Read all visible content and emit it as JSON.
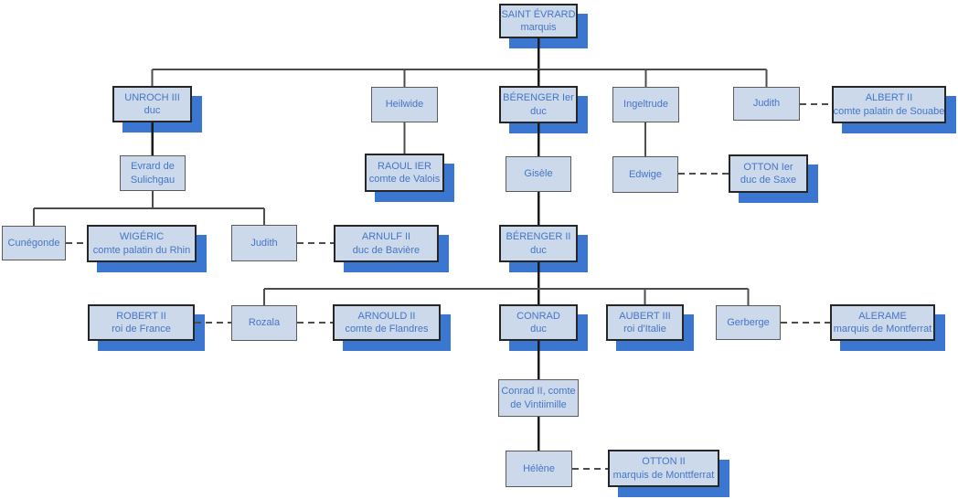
{
  "diagram": {
    "type": "family-tree"
  },
  "nodes": [
    {
      "id": "saint-evrard",
      "lines": [
        "SAINT ÉVRARD",
        "marquis"
      ],
      "emphasized": true
    },
    {
      "id": "unroch-iii",
      "lines": [
        "UNROCH III",
        "duc"
      ],
      "emphasized": true
    },
    {
      "id": "heilwide",
      "lines": [
        "Heilwide"
      ],
      "emphasized": false
    },
    {
      "id": "berenger-ier",
      "lines": [
        "BÉRENGER Ier",
        "duc"
      ],
      "emphasized": true
    },
    {
      "id": "ingeltrude",
      "lines": [
        "Ingeltrude"
      ],
      "emphasized": false
    },
    {
      "id": "judith-souabe",
      "lines": [
        "Judith"
      ],
      "emphasized": false
    },
    {
      "id": "albert-ii",
      "lines": [
        "ALBERT II",
        "comte palatin de Souabe"
      ],
      "emphasized": true
    },
    {
      "id": "evrard-sulichgau",
      "lines": [
        "Evrard de",
        "Sulichgau"
      ],
      "emphasized": false
    },
    {
      "id": "raoul-ier",
      "lines": [
        "RAOUL IER",
        "comte de Valois"
      ],
      "emphasized": true
    },
    {
      "id": "gisele",
      "lines": [
        "Gisèle"
      ],
      "emphasized": false
    },
    {
      "id": "edwige",
      "lines": [
        "Edwige"
      ],
      "emphasized": false
    },
    {
      "id": "otton-ier",
      "lines": [
        "OTTON Ier",
        "duc de Saxe"
      ],
      "emphasized": true
    },
    {
      "id": "cunegonde",
      "lines": [
        "Cunégonde"
      ],
      "emphasized": false
    },
    {
      "id": "wigeric",
      "lines": [
        "WIGÉRIC",
        "comte palatin du Rhin"
      ],
      "emphasized": true
    },
    {
      "id": "judith-baviere",
      "lines": [
        "Judith"
      ],
      "emphasized": false
    },
    {
      "id": "arnulf-ii",
      "lines": [
        "ARNULF II",
        "duc de Bavière"
      ],
      "emphasized": true
    },
    {
      "id": "berenger-ii",
      "lines": [
        "BÉRENGER II",
        "duc"
      ],
      "emphasized": true
    },
    {
      "id": "robert-ii",
      "lines": [
        "ROBERT II",
        "roi de France"
      ],
      "emphasized": true
    },
    {
      "id": "rozala",
      "lines": [
        "Rozala"
      ],
      "emphasized": false
    },
    {
      "id": "arnould-ii",
      "lines": [
        "ARNOULD II",
        "comte de Flandres"
      ],
      "emphasized": true
    },
    {
      "id": "conrad",
      "lines": [
        "CONRAD",
        "duc"
      ],
      "emphasized": true
    },
    {
      "id": "aubert-iii",
      "lines": [
        "AUBERT III",
        "roi d'Italie"
      ],
      "emphasized": true
    },
    {
      "id": "gerberge",
      "lines": [
        "Gerberge"
      ],
      "emphasized": false
    },
    {
      "id": "alerame",
      "lines": [
        "ALERAME",
        "marquis de Montferrat"
      ],
      "emphasized": true
    },
    {
      "id": "conrad-ii-vintimille",
      "lines": [
        "Conrad II, comte",
        "de Vintiimille"
      ],
      "emphasized": false
    },
    {
      "id": "helene",
      "lines": [
        "Hélène"
      ],
      "emphasized": false
    },
    {
      "id": "otton-ii",
      "lines": [
        "OTTON II",
        "marquis de Monttferrat"
      ],
      "emphasized": true
    }
  ],
  "relations": {
    "parent_child": [
      {
        "parent": "saint-evrard",
        "children": [
          "unroch-iii",
          "heilwide",
          "berenger-ier",
          "ingeltrude",
          "judith-souabe"
        ]
      },
      {
        "parent": "unroch-iii",
        "children": [
          "evrard-sulichgau"
        ]
      },
      {
        "parent": "evrard-sulichgau",
        "children": [
          "cunegonde",
          "judith-baviere"
        ]
      },
      {
        "parent": "heilwide",
        "children": [
          "raoul-ier"
        ]
      },
      {
        "parent": "berenger-ier",
        "children": [
          "gisele"
        ]
      },
      {
        "parent": "ingeltrude",
        "children": [
          "edwige"
        ]
      },
      {
        "parent": "gisele",
        "children": [
          "berenger-ii"
        ]
      },
      {
        "parent": "berenger-ii",
        "children": [
          "rozala",
          "conrad",
          "aubert-iii",
          "gerberge"
        ]
      },
      {
        "parent": "conrad",
        "children": [
          "conrad-ii-vintimille"
        ]
      },
      {
        "parent": "conrad-ii-vintimille",
        "children": [
          "helene"
        ]
      }
    ],
    "marriage_links": [
      [
        "judith-souabe",
        "albert-ii"
      ],
      [
        "edwige",
        "otton-ier"
      ],
      [
        "cunegonde",
        "wigeric"
      ],
      [
        "judith-baviere",
        "arnulf-ii"
      ],
      [
        "robert-ii",
        "rozala"
      ],
      [
        "rozala",
        "arnould-ii"
      ],
      [
        "gerberge",
        "alerame"
      ],
      [
        "helene",
        "otton-ii"
      ]
    ]
  },
  "colors": {
    "background": "#ffffff",
    "box_fill": "#ccd9ea",
    "box_border": "#5a5a5a",
    "box_border_emphasized": "#262626",
    "shadow_blue": "#3b76d1",
    "text_blue": "#4476c8",
    "connector_gray": "#4d4d4d",
    "connector_dark": "#1a1a1a"
  }
}
